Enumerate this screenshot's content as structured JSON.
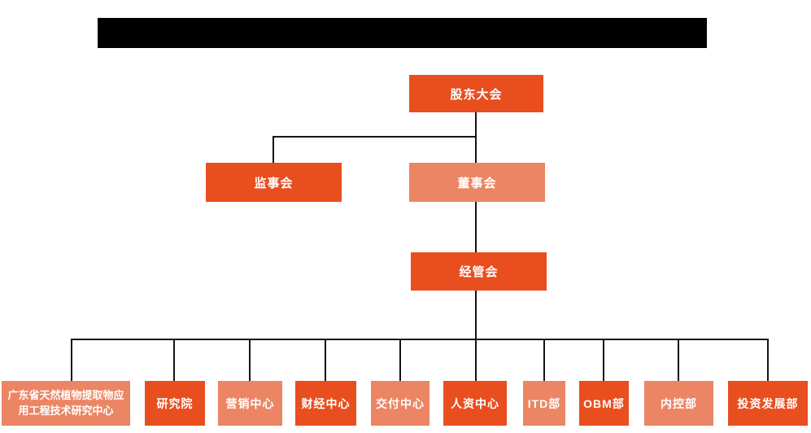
{
  "colors": {
    "primary": "#E94E1F",
    "secondary": "#EC8563",
    "line": "#141414",
    "redacted_bar": "#000000",
    "node_text": "#FFFFFF",
    "background": "#FFFFFF"
  },
  "nodes": {
    "shareholders_meeting": {
      "label": "股东大会"
    },
    "supervisory_board": {
      "label": "监事会"
    },
    "board_of_directors": {
      "label": "董事会"
    },
    "management_committee": {
      "label": "经管会"
    },
    "departments": [
      "广东省天然植物提取物应用工程技术研究中心",
      "研究院",
      "营销中心",
      "财经中心",
      "交付中心",
      "人资中心",
      "ITD部",
      "OBM部",
      "内控部",
      "投资发展部"
    ]
  },
  "hierarchy": {
    "root": "股东大会",
    "children_of_root": [
      "监事会",
      "董事会"
    ],
    "child_of_board_of_directors": "经管会",
    "children_of_management_committee": [
      "广东省天然植物提取物应用工程技术研究中心",
      "研究院",
      "营销中心",
      "财经中心",
      "交付中心",
      "人资中心",
      "ITD部",
      "OBM部",
      "内控部",
      "投资发展部"
    ]
  }
}
